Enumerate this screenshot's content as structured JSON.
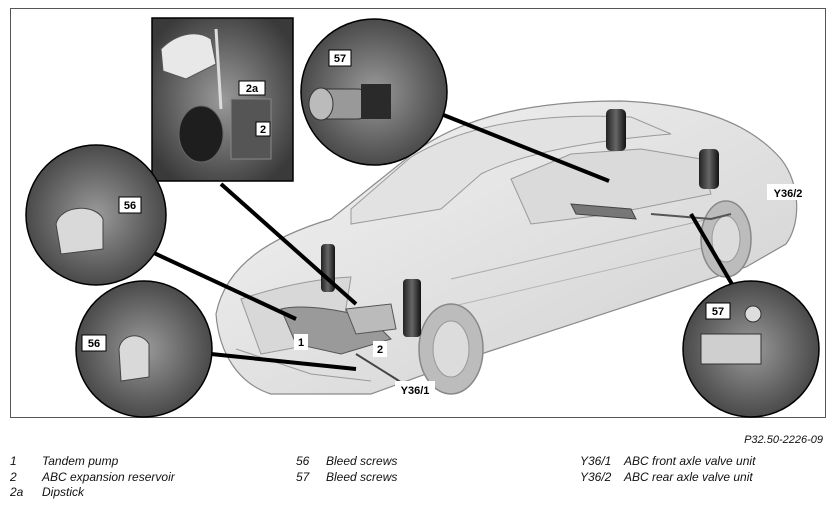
{
  "callouts": {
    "c1": "1",
    "c2": "2",
    "c2a": "2a",
    "c2_inset": "2",
    "c56_left": "56",
    "c56_bottom": "56",
    "c57_top": "57",
    "c57_right": "57",
    "cY361": "Y36/1",
    "cY362": "Y36/2"
  },
  "figure_id": "P32.50-2226-09",
  "legend": {
    "col1": [
      {
        "code": "1",
        "label": "Tandem pump"
      },
      {
        "code": "2",
        "label": "ABC expansion reservoir"
      },
      {
        "code": "2a",
        "label": "Dipstick"
      }
    ],
    "col2": [
      {
        "code": "56",
        "label": "Bleed screws"
      },
      {
        "code": "57",
        "label": "Bleed screws"
      }
    ],
    "col3": [
      {
        "code": "Y36/1",
        "label": "ABC front axle valve unit"
      },
      {
        "code": "Y36/2",
        "label": "ABC rear axle valve unit"
      }
    ]
  }
}
